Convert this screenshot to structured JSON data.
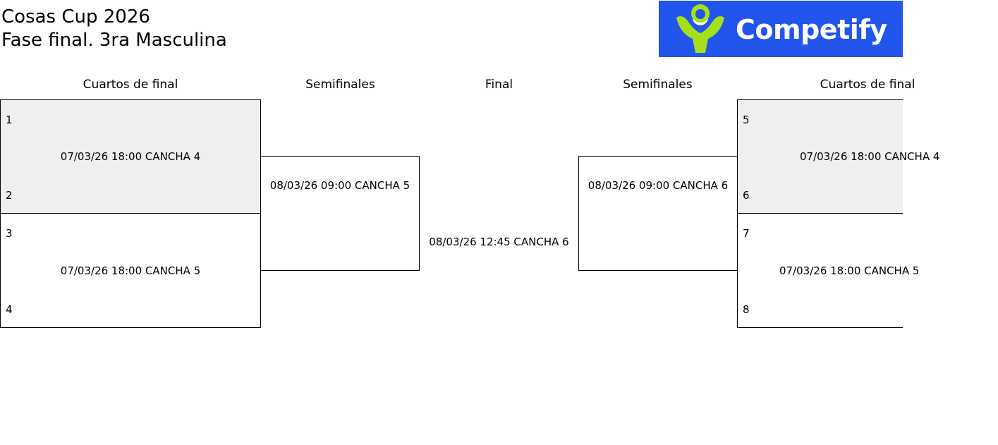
{
  "header": {
    "title": "Cosas Cup 2026",
    "subtitle": "Fase final. 3ra Masculina",
    "logo_text": "Competify",
    "logo_bg": "#2255ec",
    "logo_accent": "#a6e01a"
  },
  "columns": {
    "left_quarters": "Cuartos de final",
    "left_semis": "Semifinales",
    "final": "Final",
    "right_semis": "Semifinales",
    "right_quarters": "Cuartos de final"
  },
  "matches": {
    "qf1": {
      "seed_top": "1",
      "seed_bottom": "2",
      "schedule": "07/03/26 18:00 CANCHA 4"
    },
    "qf2": {
      "seed_top": "3",
      "seed_bottom": "4",
      "schedule": "07/03/26 18:00 CANCHA 5"
    },
    "sf_left": {
      "schedule": "08/03/26 09:00 CANCHA 5"
    },
    "final": {
      "schedule": "08/03/26 12:45 CANCHA 6"
    },
    "sf_right": {
      "schedule": "08/03/26 09:00 CANCHA 6"
    },
    "qf3": {
      "seed_top": "5",
      "seed_bottom": "6",
      "schedule": "07/03/26 18:00 CANCHA 4"
    },
    "qf4": {
      "seed_top": "7",
      "seed_bottom": "8",
      "schedule": "07/03/26 18:00 CANCHA 5"
    }
  }
}
